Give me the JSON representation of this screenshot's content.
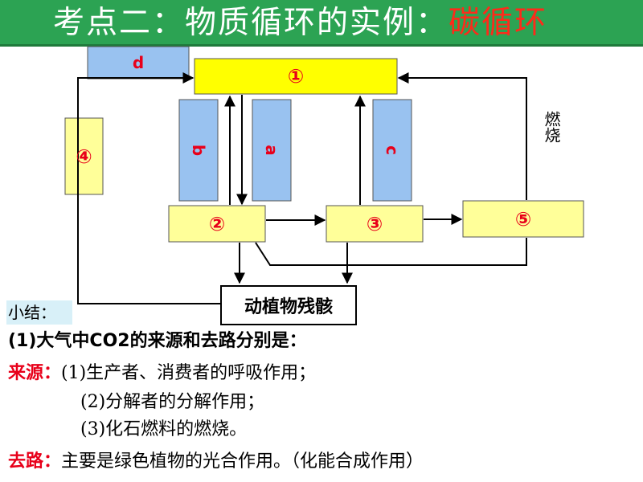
{
  "header": {
    "title_main": "考点二：物质循环的实例：",
    "title_highlight": "碳循环"
  },
  "colors": {
    "header_bg": "#2ca353",
    "highlight": "#ff2a1a",
    "yellow_box": "#ffff00",
    "light_yellow_box": "#ffff99",
    "blue_box": "#99c2f0",
    "label_red": "#e8001a"
  },
  "diagram": {
    "node1": "①",
    "node2": "②",
    "node3": "③",
    "node4": "④",
    "node5": "⑤",
    "label_a": "a",
    "label_b": "b",
    "label_c": "c",
    "label_d": "d",
    "burn": "燃烧",
    "remains": "动植物残骸"
  },
  "summary": {
    "label": "小结：",
    "question": "(1)大气中CO2的来源和去路分别是：",
    "source_label": "来源：",
    "source_1": "(1)生产者、消费者的呼吸作用；",
    "source_2": "(2)分解者的分解作用；",
    "source_3": "(3)化石燃料的燃烧。",
    "dest_label": "去路：",
    "dest_text": "主要是绿色植物的光合作用。（化能合成作用）"
  }
}
